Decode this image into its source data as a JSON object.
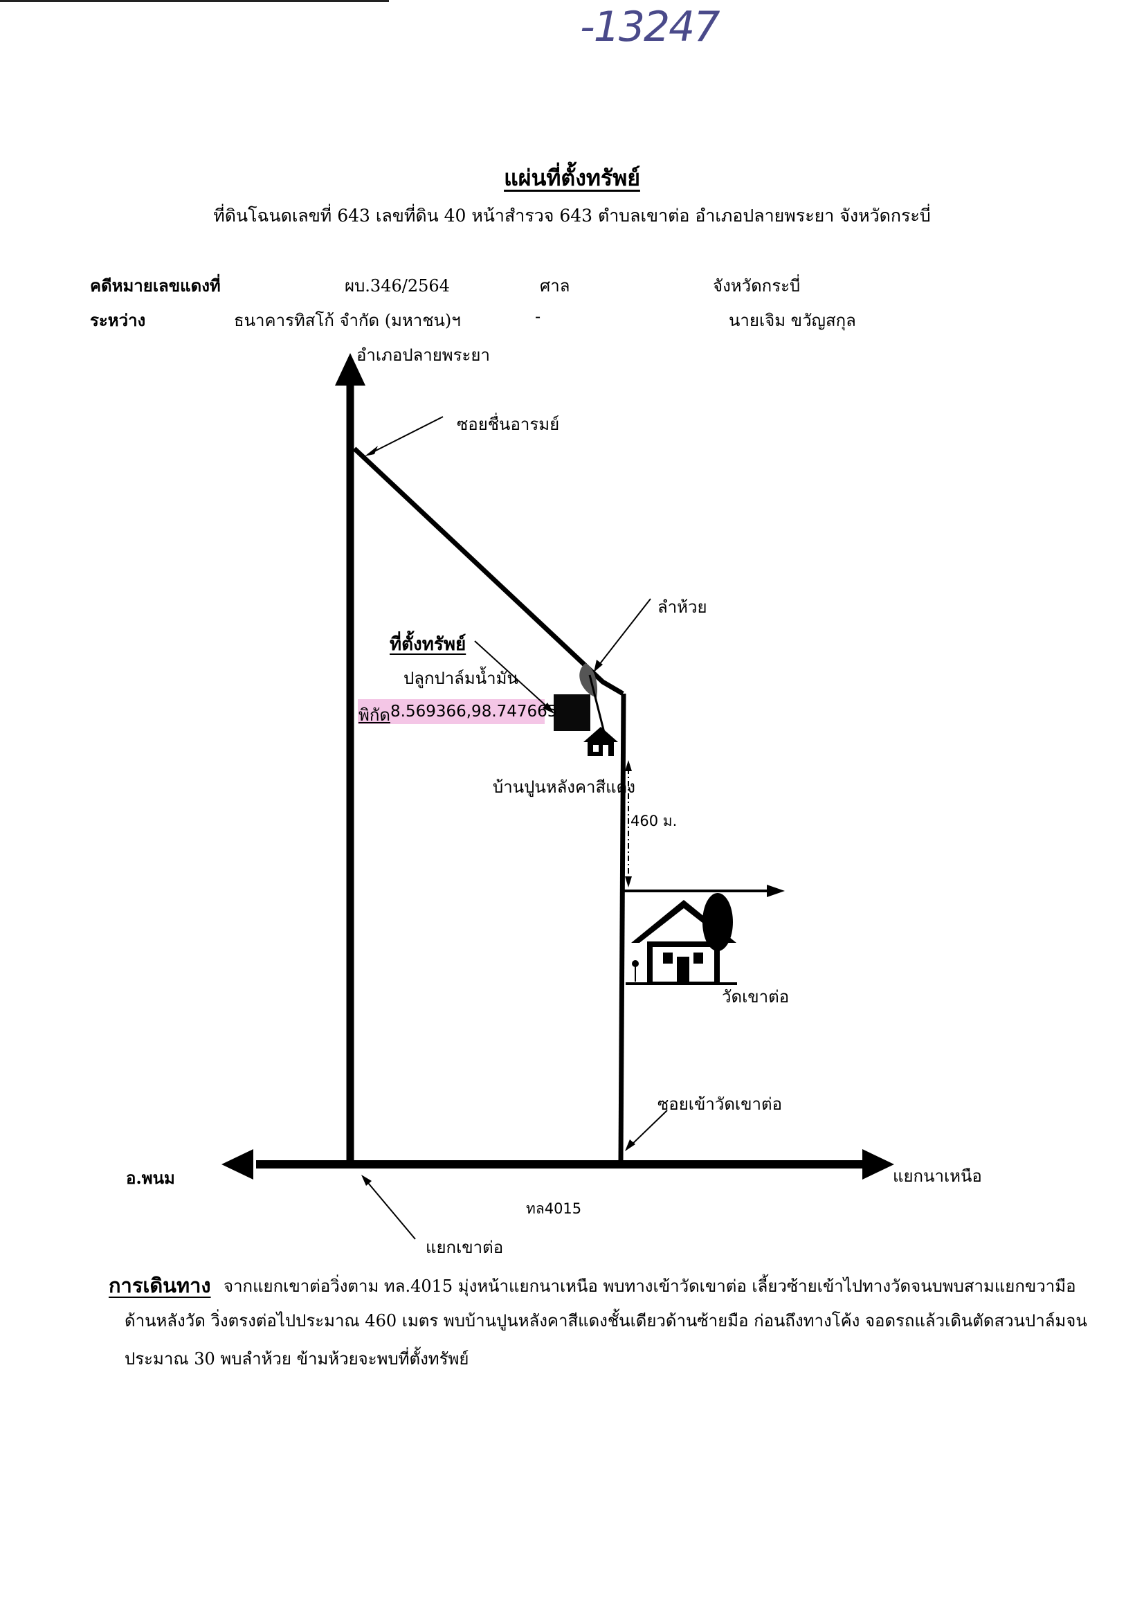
{
  "handwritten_number": "-13247",
  "title": "แผ่นที่ตั้งทรัพย์",
  "subtitle": "ที่ดินโฉนดเลขที่ 643 เลขที่ดิน 40 หน้าสำรวจ 643  ตำบลเขาต่อ อำเภอปลายพระยา จังหวัดกระบี่",
  "case": {
    "label": "คดีหมายเลขแดงที่",
    "number": "ผบ.346/2564",
    "court_label": "ศาล",
    "province": "จังหวัดกระบี่",
    "between_label": "ระหว่าง",
    "plaintiff": "ธนาคารทิสโก้ จำกัด (มหาชน)ฯ",
    "dash": "-",
    "defendant": "นายเจิม  ขวัญสกุล"
  },
  "map": {
    "north_label": "อำเภอปลายพระยา",
    "soi_chuen_arom": "ซอยชื่นอารมย์",
    "stream": "ลำห้วย",
    "property_heading": "ที่ตั้งทรัพย์",
    "palm_label": "ปลูกปาล์มน้ำมัน",
    "coord_prefix": "พิกัด",
    "coord_value": "8.569366,98.747665",
    "house_label": "บ้านปูนหลังคาสีแดง",
    "distance": "460 ม.",
    "temple": "วัดเขาต่อ",
    "soi_temple": "ซอยเข้าวัดเขาต่อ",
    "west_label": "อ.พนม",
    "east_label": "แยกนาเหนือ",
    "road": "ทล4015",
    "junction": "แยกเขาต่อ"
  },
  "directions": {
    "heading": "การเดินทาง",
    "line1": "จากแยกเขาต่อวิ่งตาม ทล.4015 มุ่งหน้าแยกนาเหนือ พบทางเข้าวัดเขาต่อ เลี้ยวซ้ายเข้าไปทางวัดจนบพบสามแยกขวามือ",
    "line2": "ด้านหลังวัด วิ่งตรงต่อไปประมาณ 460 เมตร พบบ้านปูนหลังคาสีแดงชั้นเดียวด้านซ้ายมือ ก่อนถึงทางโค้ง จอดรถแล้วเดินตัดสวนปาล์มจน",
    "line3": "ประมาณ 30 พบลำห้วย  ข้ามห้วยจะพบที่ตั้งทรัพย์"
  },
  "colors": {
    "highlight": "#f4c6e6",
    "handwriting": "#4a4a8a",
    "ink": "#000000"
  }
}
